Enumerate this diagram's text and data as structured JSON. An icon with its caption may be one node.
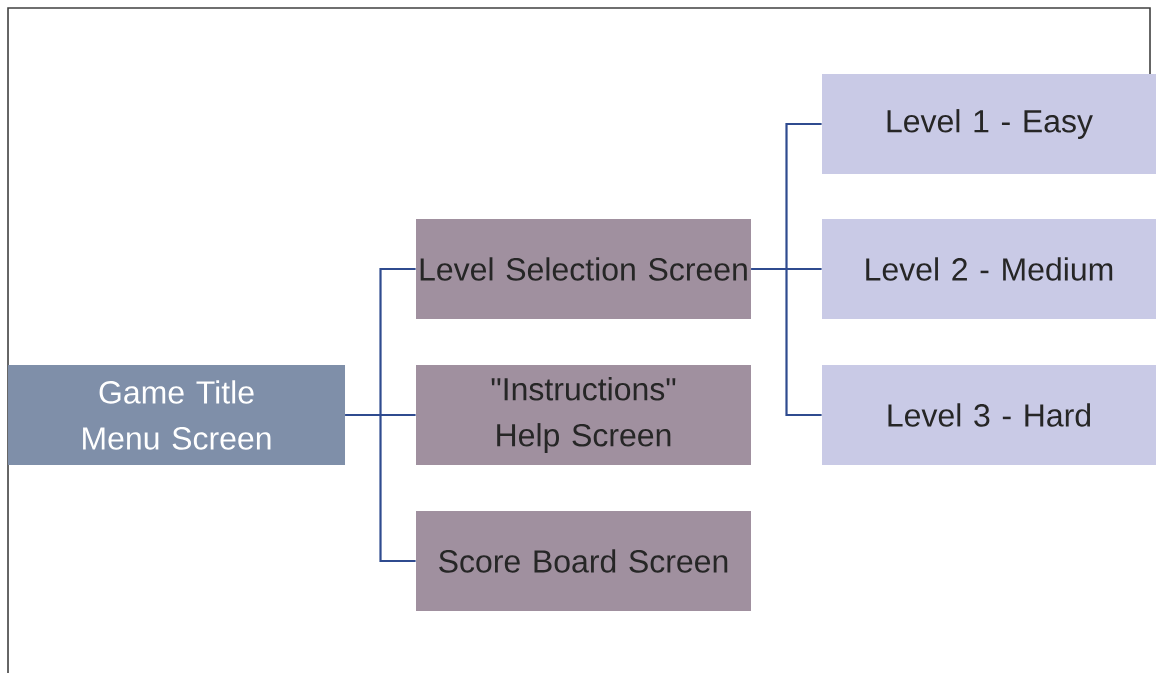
{
  "diagram": {
    "nodes": [
      {
        "text": [
          "Game Title Menu Screen"
        ]
      },
      {
        "text": [
          "Level Selection Screen"
        ]
      },
      {
        "text": [
          "\"Instructions\" Help Screen"
        ]
      },
      {
        "text": [
          "Score Board Screen"
        ]
      },
      {
        "text": [
          "Level 1 - Easy"
        ]
      },
      {
        "text": [
          "Level 2  - Medium"
        ]
      },
      {
        "text": [
          "Level 3  - Hard"
        ]
      }
    ],
    "edges": [
      {
        "from": 0,
        "to": 1,
        "arrow": "none"
      },
      {
        "from": 0,
        "to": 2,
        "arrow": "none"
      },
      {
        "from": 0,
        "to": 3,
        "arrow": "none"
      },
      {
        "from": 1,
        "to": 4,
        "arrow": "none"
      },
      {
        "from": 1,
        "to": 5,
        "arrow": "none"
      },
      {
        "from": 1,
        "to": 6,
        "arrow": "none"
      }
    ]
  }
}
